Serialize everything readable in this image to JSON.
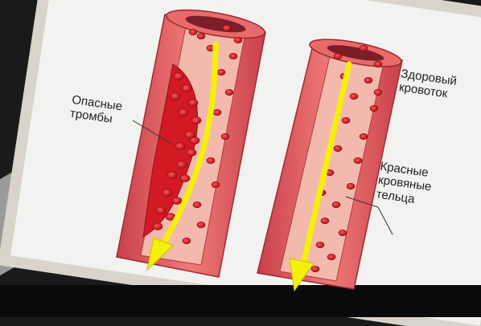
{
  "labels": {
    "dangerous_clots": "Опасные\nтромбы",
    "healthy_flow": "Здоровый\nкровоток",
    "red_blood_cells": "Красные\nкровяные\nтельца"
  },
  "colors": {
    "vessel_wall": "#d9534f",
    "vessel_inner": "#f4b6a8",
    "blood_cell": "#d7151f",
    "arrow": "#f5f00a",
    "background": "#f2f2f0"
  }
}
